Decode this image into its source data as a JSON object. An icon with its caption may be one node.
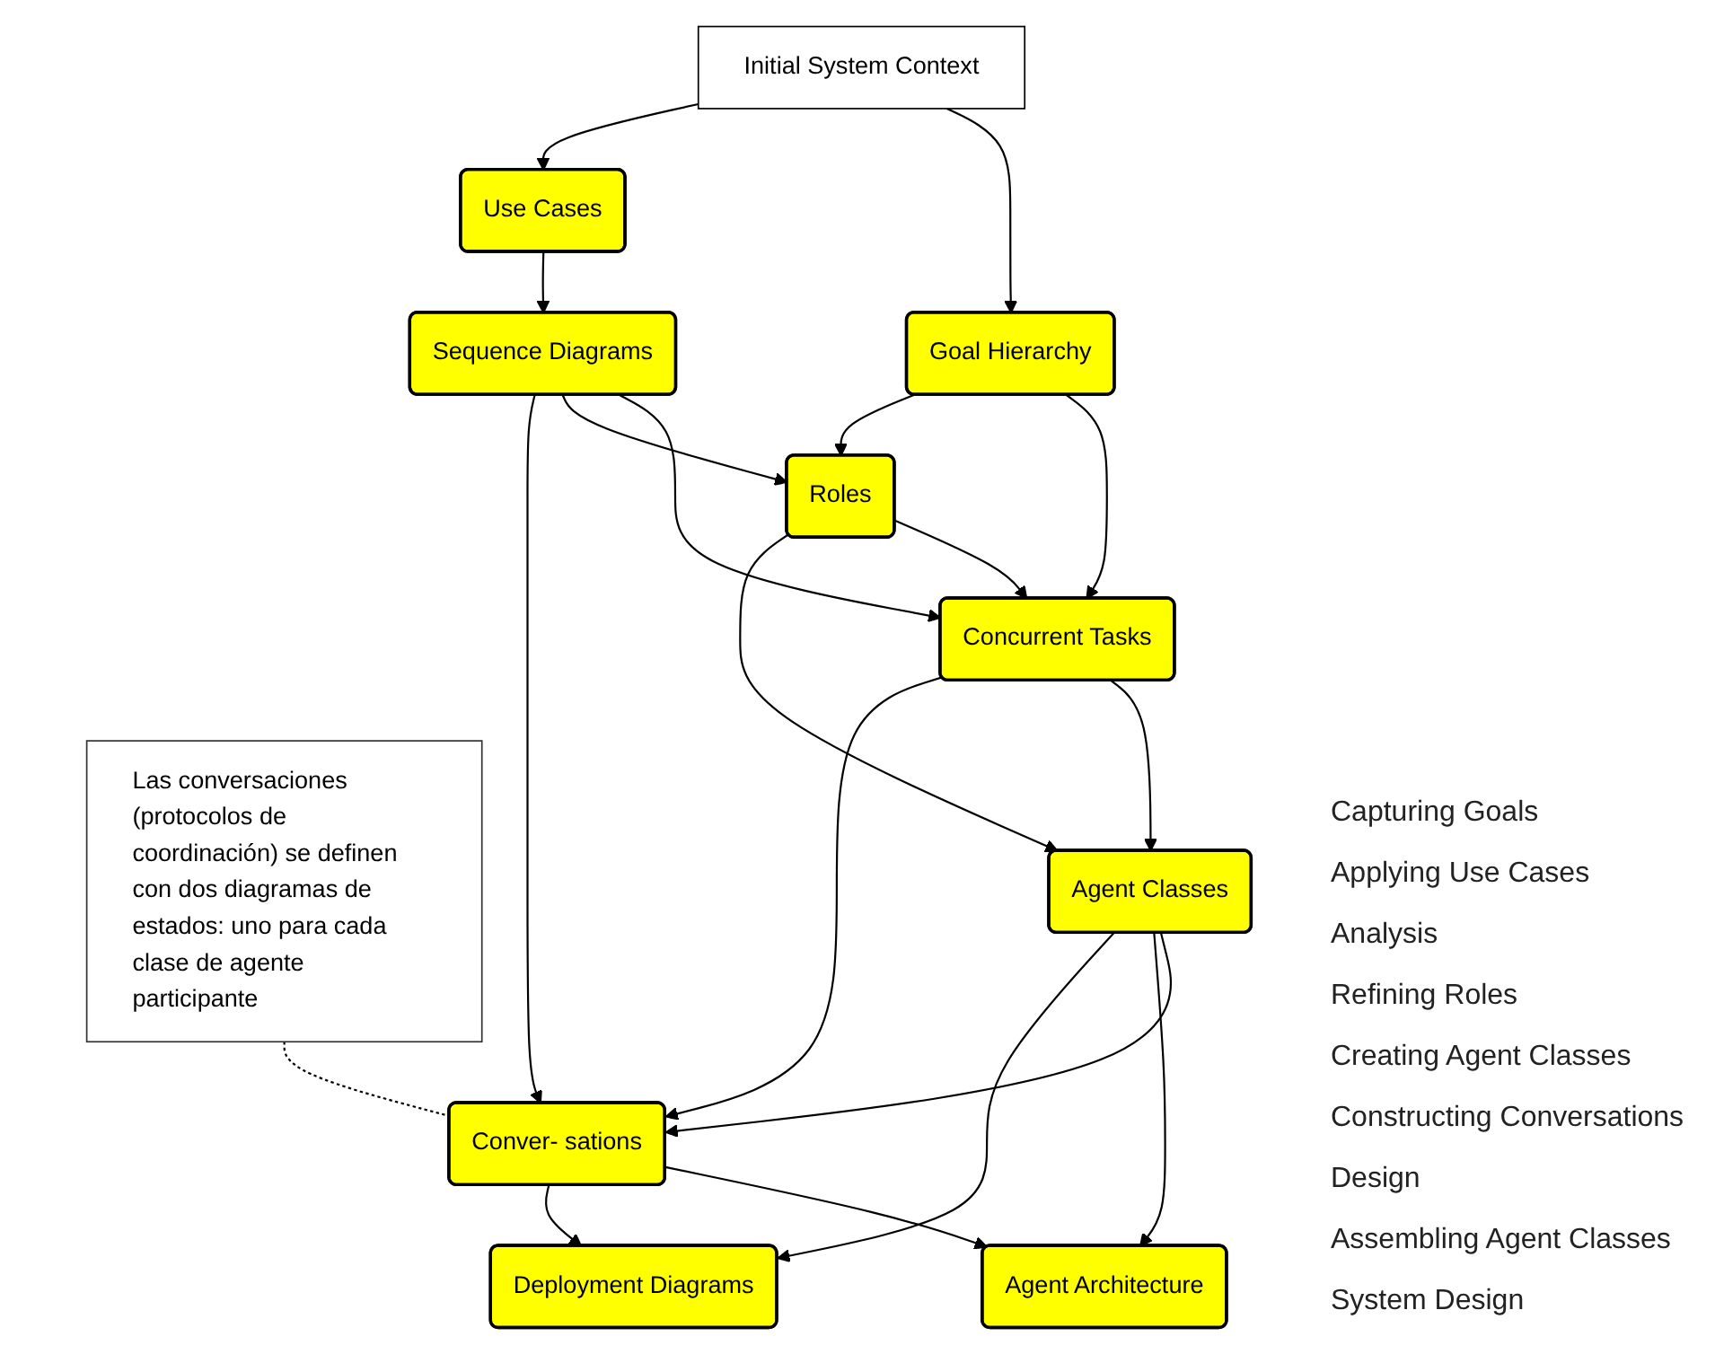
{
  "diagram": {
    "nodes": [
      {
        "text": [
          "Initial System Context"
        ]
      },
      {
        "text": [
          "Goal Hierarchy"
        ]
      },
      {
        "text": [
          "Use Cases"
        ]
      },
      {
        "text": [
          "Sequence Diagrams"
        ]
      },
      {
        "text": [
          "Concurrent Tasks"
        ]
      },
      {
        "text": [
          "Roles"
        ]
      },
      {
        "text": [
          "Agent Classes"
        ]
      },
      {
        "text": [
          "Conver- sations"
        ]
      },
      {
        "text": [
          "Agent Architecture"
        ]
      },
      {
        "text": [
          "Deployment Diagrams"
        ]
      },
      {
        "text": [
          "Las conversaciones (protocolos de coordinación) se definen con dos diagramas de estados: uno para cada clase de agente participante"
        ]
      }
    ],
    "edges": [
      {
        "from": 0,
        "to": 1,
        "arrow": "to"
      },
      {
        "from": 0,
        "to": 2,
        "arrow": "to"
      },
      {
        "from": 1,
        "to": 4,
        "arrow": "to"
      },
      {
        "from": 1,
        "to": 5,
        "arrow": "to"
      },
      {
        "from": 2,
        "to": 3,
        "arrow": "to"
      },
      {
        "from": 3,
        "to": 4,
        "arrow": "to"
      },
      {
        "from": 3,
        "to": 5,
        "arrow": "to"
      },
      {
        "from": 3,
        "to": 7,
        "arrow": "to"
      },
      {
        "from": 5,
        "to": 4,
        "arrow": "to"
      },
      {
        "from": 5,
        "to": 6,
        "arrow": "to"
      },
      {
        "from": 4,
        "to": 6,
        "arrow": "to"
      },
      {
        "from": 4,
        "to": 7,
        "arrow": "to"
      },
      {
        "from": 6,
        "to": 7,
        "arrow": "to"
      },
      {
        "from": 6,
        "to": 8,
        "arrow": "to"
      },
      {
        "from": 6,
        "to": 9,
        "arrow": "to"
      },
      {
        "from": 7,
        "to": 8,
        "arrow": "to"
      },
      {
        "from": 7,
        "to": 9,
        "arrow": "to"
      },
      {
        "from": 10,
        "to": 7,
        "arrow": "none",
        "style": "dashed"
      }
    ],
    "labels": [
      "Capturing Goals",
      "Applying Use Cases",
      "Analysis",
      "Refining Roles",
      "Creating Agent Classes",
      "Constructing Conversations",
      "Design",
      "Assembling Agent Classes",
      "System Design"
    ]
  }
}
